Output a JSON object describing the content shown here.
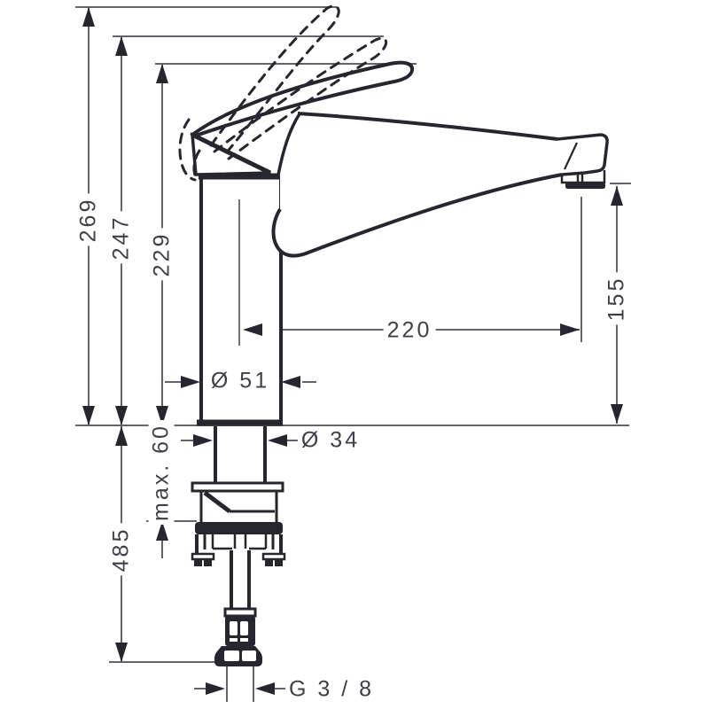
{
  "drawing": {
    "title": "faucet-dimension-drawing",
    "labels": {
      "height_overall": "269",
      "height_handle_mid": "247",
      "height_spout_top": "229",
      "spout_reach": "220",
      "outlet_height": "155",
      "body_diameter": "Ø 51",
      "shank_diameter": "Ø 34",
      "max_counter_thickness": "max. 60",
      "hose_length": "485",
      "thread_size": "G 3 / 8"
    },
    "colors": {
      "outline": "#26262e",
      "dimension_line": "#63636b",
      "text": "#3f3f47",
      "background": "#ffffff"
    }
  }
}
